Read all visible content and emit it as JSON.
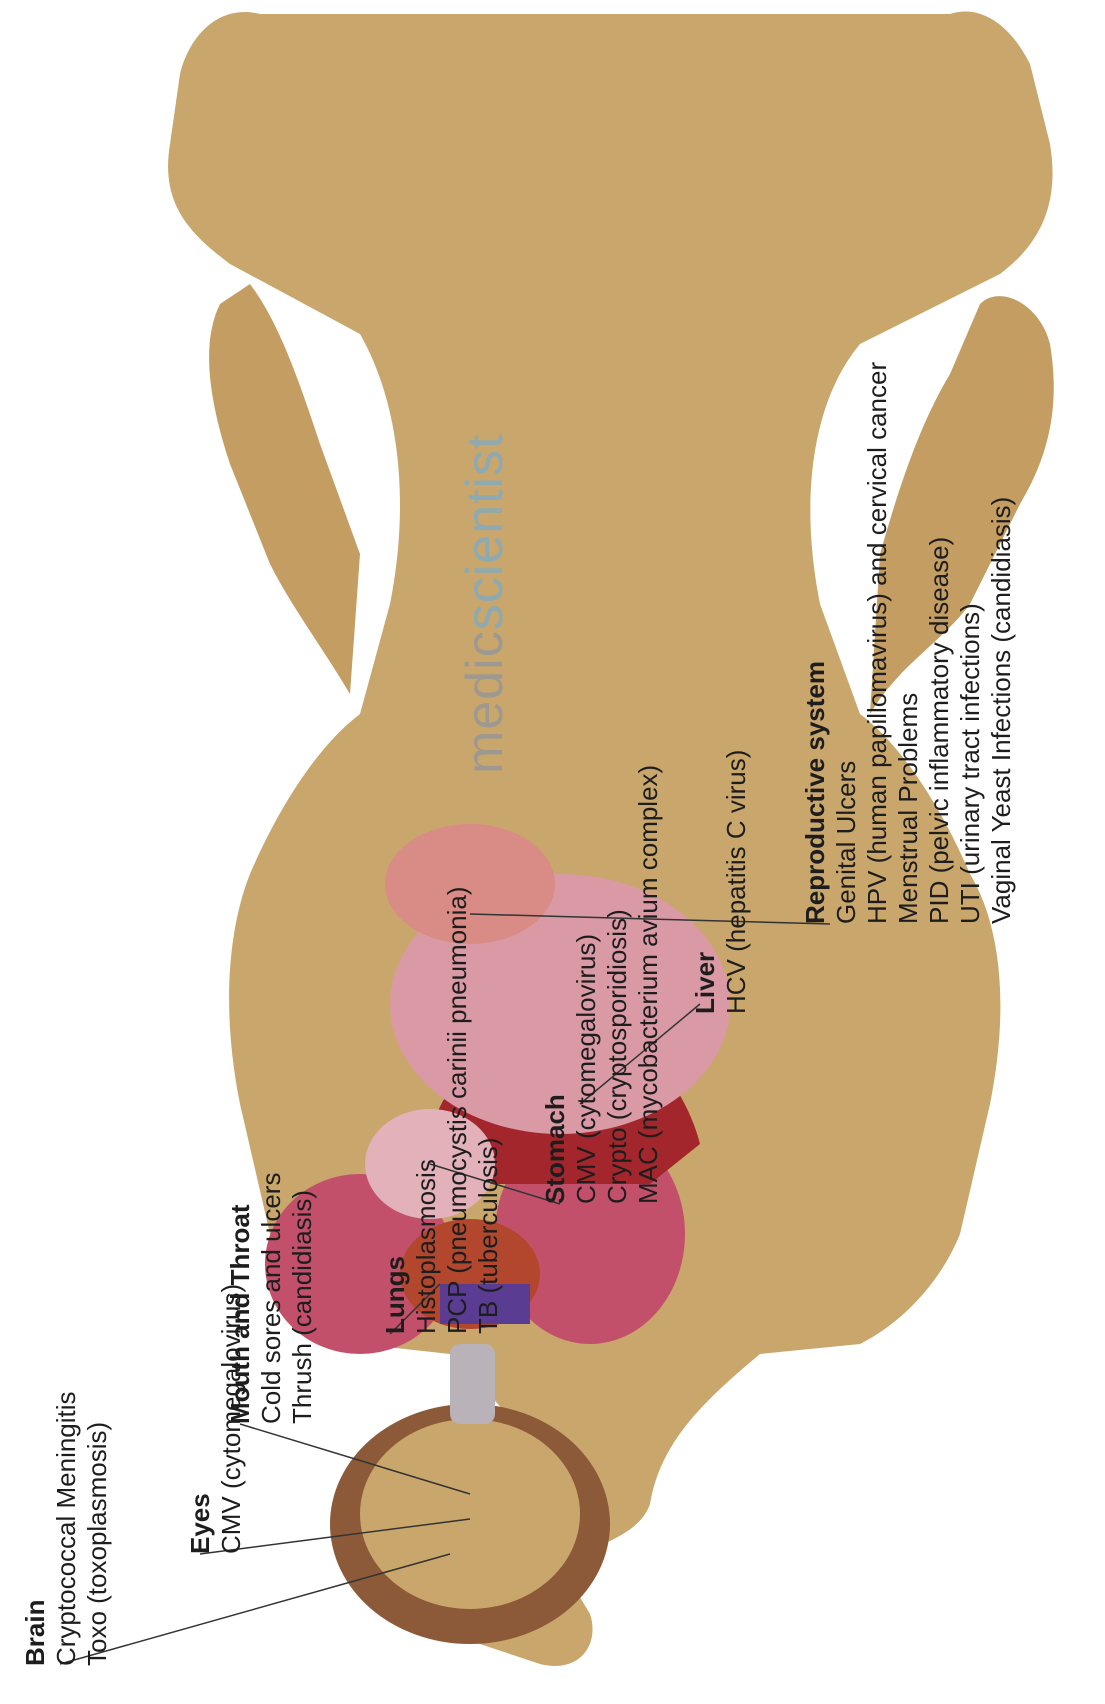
{
  "labels": {
    "brain": {
      "heading": "Brain",
      "lines": [
        "Cryptococcal Meningitis",
        "Toxo (toxoplasmosis)"
      ]
    },
    "eyes": {
      "heading": "Eyes",
      "lines": [
        "CMV (cytomegalovirus)"
      ]
    },
    "mouth": {
      "heading": "Mouth and Throat",
      "lines": [
        "Cold sores and ulcers",
        "Thrush (candidiasis)"
      ]
    },
    "lungs": {
      "heading": "Lungs",
      "lines": [
        "Histoplasmosis",
        "PCP (pneumocystis carinii pneumonia)",
        "TB (tuberculosis)"
      ]
    },
    "stomach": {
      "heading": "Stomach",
      "lines": [
        "CMV (cytomegalovirus)",
        "Crypto (cryptosporidiosis)",
        "MAC (mycobacterium avium complex)"
      ]
    },
    "liver": {
      "heading": "Liver",
      "lines": [
        "HCV (hepatitis C virus)"
      ]
    },
    "reproductive": {
      "heading": "Reproductive system",
      "lines": [
        "Genital Ulcers",
        "HPV (human papillomavirus) and cervical cancer",
        "Menstrual Problems",
        "PID (pelvic inflammatory disease)",
        "UTI (urinary tract infections)",
        "Vaginal Yeast Infections (candidiasis)"
      ]
    }
  },
  "watermark": {
    "part1": "medic",
    "part2": "scientist"
  },
  "colors": {
    "skin": "#c9a66b",
    "lung": "#c2506a",
    "liver": "#a3262c",
    "intestine": "#d99aa5",
    "heart": "#b2472e"
  }
}
